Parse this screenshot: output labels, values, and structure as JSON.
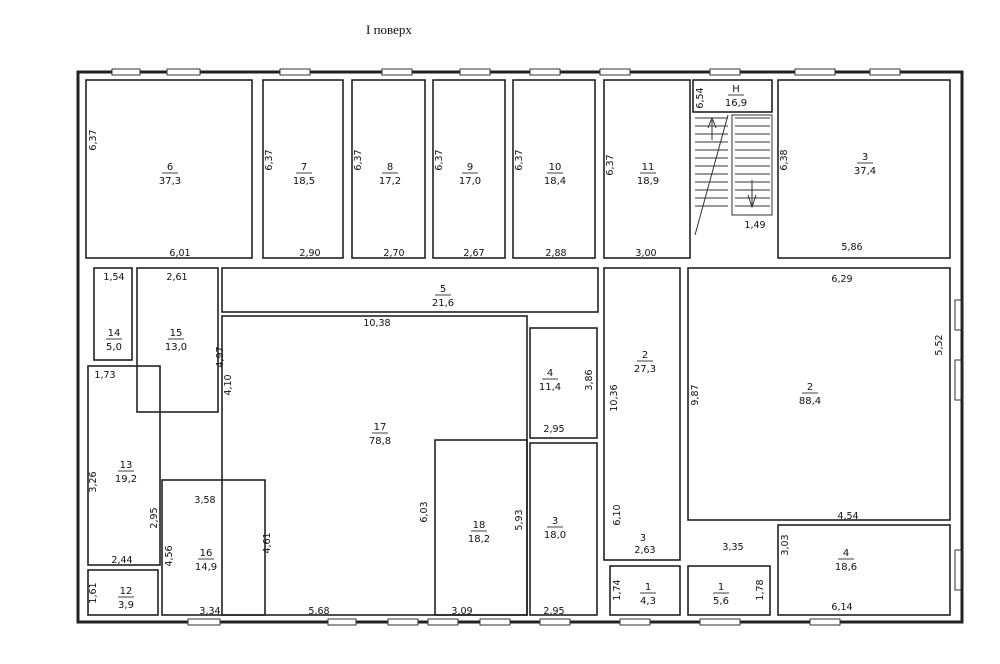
{
  "title": "I поверх",
  "rooms": [
    {
      "number": "6",
      "area": "37,3"
    },
    {
      "number": "7",
      "area": "18,5"
    },
    {
      "number": "8",
      "area": "17,2"
    },
    {
      "number": "9",
      "area": "17,0"
    },
    {
      "number": "10",
      "area": "18,4"
    },
    {
      "number": "11",
      "area": "18,9"
    },
    {
      "number": "Н",
      "area": "16,9"
    },
    {
      "number": "3",
      "area": "37,4"
    },
    {
      "number": "5",
      "area": "21,6"
    },
    {
      "number": "14",
      "area": "5,0"
    },
    {
      "number": "15",
      "area": "13,0"
    },
    {
      "number": "13",
      "area": "19,2"
    },
    {
      "number": "12",
      "area": "3,9"
    },
    {
      "number": "16",
      "area": "14,9"
    },
    {
      "number": "17",
      "area": "78,8"
    },
    {
      "number": "18",
      "area": "18,2"
    },
    {
      "number": "4",
      "area": "11,4"
    },
    {
      "number": "3",
      "area": "18,0"
    },
    {
      "number": "2",
      "area": "27,3"
    },
    {
      "number": "1",
      "area": "4,3"
    },
    {
      "number": "1",
      "area": "5,6"
    },
    {
      "number": "2",
      "area": "88,4"
    },
    {
      "number": "4",
      "area": "18,6"
    }
  ],
  "dimensions": [
    "6,37",
    "6,01",
    "6,37",
    "2,90",
    "6,37",
    "2,70",
    "6,37",
    "2,67",
    "6,37",
    "2,88",
    "6,37",
    "3,00",
    "6,54",
    "1,49",
    "6,38",
    "5,86",
    "6,29",
    "5,52",
    "9,87",
    "1,54",
    "2,61",
    "10,38",
    "4,97",
    "4,10",
    "1,73",
    "3,26",
    "3,58",
    "2,95",
    "2,44",
    "1,61",
    "4,56",
    "3,34",
    "4,61",
    "5,68",
    "6,03",
    "3,09",
    "5,93",
    "3,86",
    "2,95",
    "10,36",
    "6,10",
    "2,95",
    "2,63",
    "3",
    "1,74",
    "3,35",
    "1,78",
    "3,03",
    "4,54",
    "6,14"
  ]
}
